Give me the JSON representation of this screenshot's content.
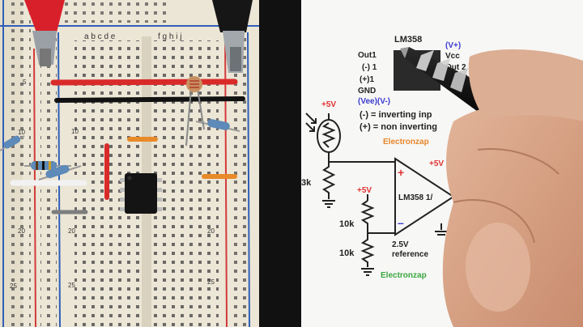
{
  "breadboard": {
    "column_letters": "a b c d e",
    "column_letters_right": "f g h i j",
    "row_numbers": [
      "5",
      "10",
      "10",
      "20",
      "20",
      "25",
      "25",
      "20",
      "25"
    ]
  },
  "schematic": {
    "ic_name": "LM358",
    "pins_left": [
      "Out1",
      "(-) 1",
      "(+)1",
      "GND"
    ],
    "pins_right": [
      "(V+)",
      "Vcc",
      "Out 2",
      "2"
    ],
    "vee_label": "(Vee)(V-)",
    "legend_inverting": "(-) = inverting inp",
    "legend_noninverting": "(+) = non inverting",
    "supply_top": "+5V",
    "supply_mid": "+5V",
    "supply_right": "+5V",
    "brand_top": "Electronzap",
    "brand_bottom": "Electronzap",
    "r_3k": "3k",
    "r_10k_a": "10k",
    "r_10k_b": "10k",
    "ref_line1": "2.5V",
    "ref_line2": "reference",
    "opamp_label": "LM358 1/",
    "plus_sign": "+",
    "minus_sign": "–"
  },
  "colors": {
    "board": "#ece6d6",
    "rail_red": "#d23a3a",
    "rail_blue": "#2f5fb8",
    "paper": "#f7f7f5",
    "accent_red": "#e03232",
    "orange_brand": "#e8862a",
    "green_brand": "#3aa640",
    "blue_label": "#3b3bd0"
  }
}
